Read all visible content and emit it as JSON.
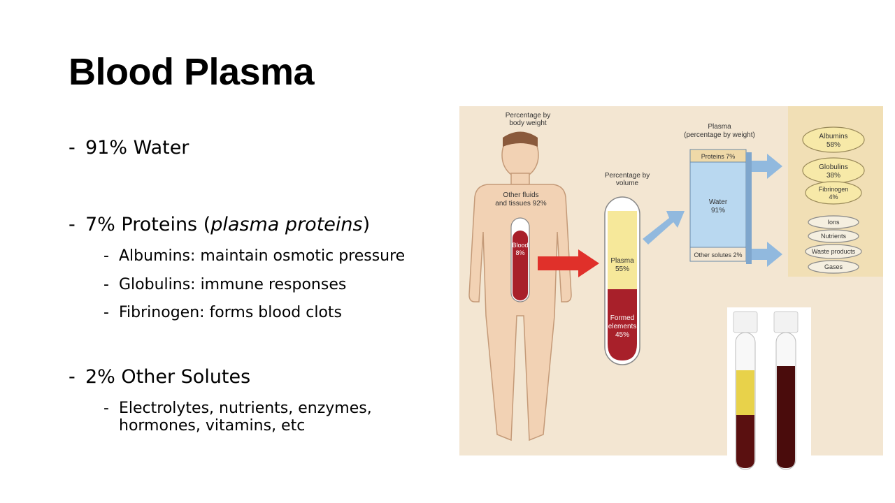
{
  "slide": {
    "title": "Blood Plasma",
    "bullets": {
      "water": "91% Water",
      "proteins_prefix": "7% Proteins (",
      "proteins_italic": "plasma proteins",
      "proteins_suffix": ")",
      "albumins": "Albumins: maintain osmotic pressure",
      "globulins": "Globulins: immune responses",
      "fibrinogen": "Fibrinogen: forms blood clots",
      "solutes": "2% Other Solutes",
      "solutes_line1": "Electrolytes, nutrients, enzymes,",
      "solutes_line2": "hormones, vitamins, etc"
    },
    "dash": "-"
  },
  "diagram": {
    "body_weight_title_1": "Percentage by",
    "body_weight_title_2": "body weight",
    "other_fluids_1": "Other fluids",
    "other_fluids_2": "and tissues 92%",
    "blood_1": "Blood",
    "blood_2": "8%",
    "volume_title_1": "Percentage by",
    "volume_title_2": "volume",
    "plasma_1": "Plasma",
    "plasma_2": "55%",
    "formed_1": "Formed",
    "formed_2": "elements",
    "formed_3": "45%",
    "plasma_weight_title_1": "Plasma",
    "plasma_weight_title_2": "(percentage by weight)",
    "proteins": "Proteins 7%",
    "water_1": "Water",
    "water_2": "91%",
    "other_solutes": "Other solutes 2%",
    "albumins_1": "Albumins",
    "albumins_2": "58%",
    "globulins_1": "Globulins",
    "globulins_2": "38%",
    "fibrinogen_1": "Fibrinogen",
    "fibrinogen_2": "4%",
    "ions": "Ions",
    "nutrients": "Nutrients",
    "waste": "Waste products",
    "gases": "Gases"
  },
  "colors": {
    "paper": "#f3e6d2",
    "skin": "#f2d2b4",
    "blood": "#a8202a",
    "plasma_yellow": "#f6e89a",
    "water_blue": "#b9d8f0",
    "protein_tan": "#efd9a8",
    "arrow_red": "#e0302a",
    "arrow_blue": "#7fb0e0"
  }
}
